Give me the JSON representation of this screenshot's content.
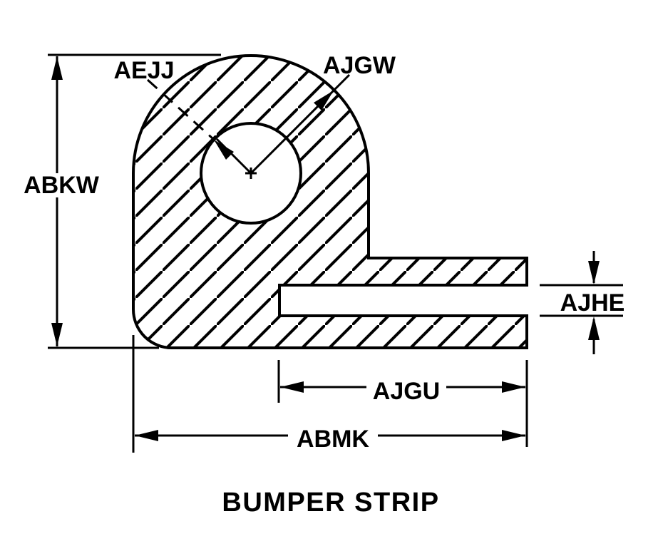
{
  "figure_title": "BUMPER STRIP",
  "colors": {
    "ink": "#000000",
    "paper": "#ffffff"
  },
  "dimension_labels": {
    "hole_radius": "AEJJ",
    "corner_radius": "AJGW",
    "overall_height": "ABKW",
    "slot_opening": "AJHE",
    "slot_depth": "AJGU",
    "overall_width": "ABMK"
  }
}
